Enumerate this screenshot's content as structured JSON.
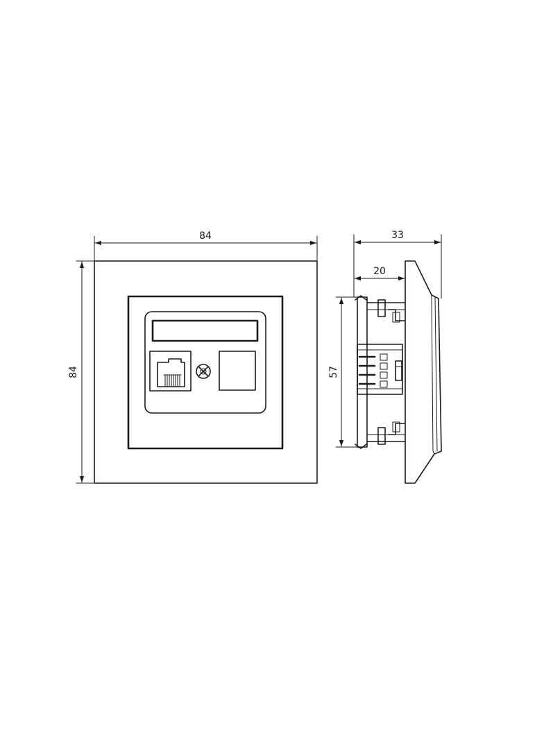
{
  "dimensions": {
    "front_width": "84",
    "front_height": "84",
    "side_depth_total": "33",
    "side_depth_body": "20",
    "side_height": "57"
  },
  "icons": {
    "rj45_port": "rj45-socket-icon",
    "screw": "cross-screw-icon",
    "blank_port": "blank-port-icon"
  }
}
